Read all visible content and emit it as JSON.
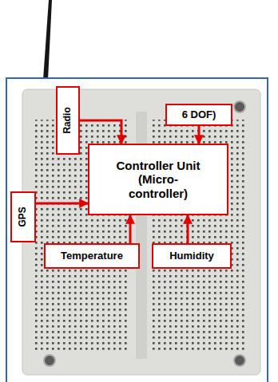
{
  "diagram": {
    "nodes": [
      {
        "text": [
          "Radio"
        ]
      },
      {
        "text": [
          "6 DOF)"
        ]
      },
      {
        "text": [
          "GPS"
        ]
      },
      {
        "text": [
          "Controller Unit (Micro- controller)"
        ]
      },
      {
        "text": [
          "Temperature"
        ]
      },
      {
        "text": [
          "Humidity"
        ]
      }
    ],
    "edges": [
      {
        "from": 0,
        "to": 3,
        "arrow": "to"
      },
      {
        "from": 1,
        "to": 3,
        "arrow": "to"
      },
      {
        "from": 2,
        "to": 3,
        "arrow": "to"
      },
      {
        "from": 4,
        "to": 3,
        "arrow": "to"
      },
      {
        "from": 5,
        "to": 3,
        "arrow": "to"
      }
    ]
  }
}
